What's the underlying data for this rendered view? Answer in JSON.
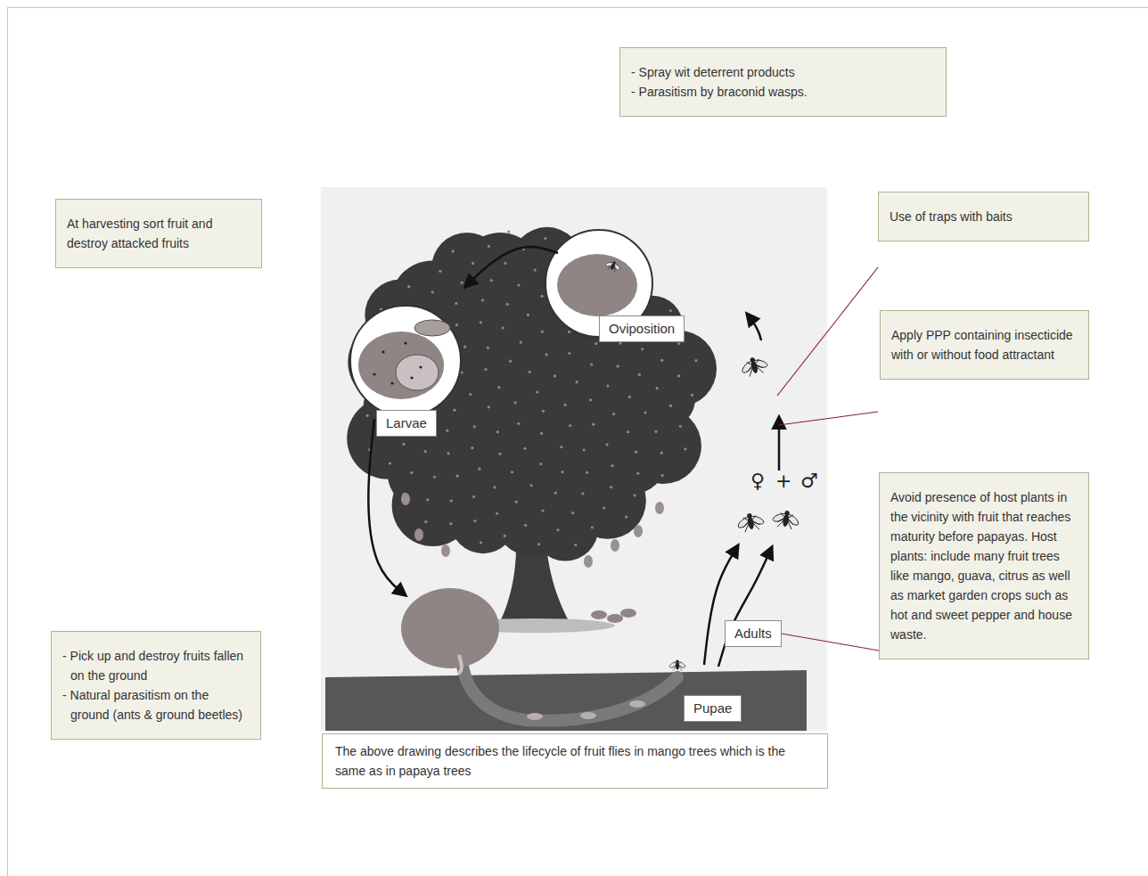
{
  "diagram": {
    "caption": "The above drawing describes the lifecycle of fruit flies in mango trees which is the same as in papaya trees",
    "nodes": [
      {
        "text": [
          "- Spray wit deterrent products",
          "- Parasitism by braconid wasps."
        ]
      },
      {
        "text": [
          "At harvesting sort fruit and destroy attacked fruits"
        ]
      },
      {
        "text": [
          "Use of traps with baits"
        ]
      },
      {
        "text": [
          "Oviposition"
        ]
      },
      {
        "text": [
          "Larvae"
        ]
      },
      {
        "text": [
          "Apply PPP containing insecticide with or without food attractant"
        ]
      },
      {
        "text": [
          "Avoid presence of host plants in the vicinity with fruit that reaches maturity before papayas. Host plants: include many fruit trees like mango, guava, citrus as well as market garden crops such as hot and sweet pepper and house waste."
        ]
      },
      {
        "text": [
          "- Pick up and destroy fruits fallen on the ground",
          "- Natural parasitism on the ground (ants & ground beetles)"
        ]
      },
      {
        "text": [
          "Adults"
        ]
      },
      {
        "text": [
          "Pupae"
        ]
      }
    ],
    "edges": [
      {
        "from": 8,
        "to": 6,
        "arrow": "none"
      }
    ],
    "labels": [
      "♀",
      "+",
      "♂"
    ]
  }
}
